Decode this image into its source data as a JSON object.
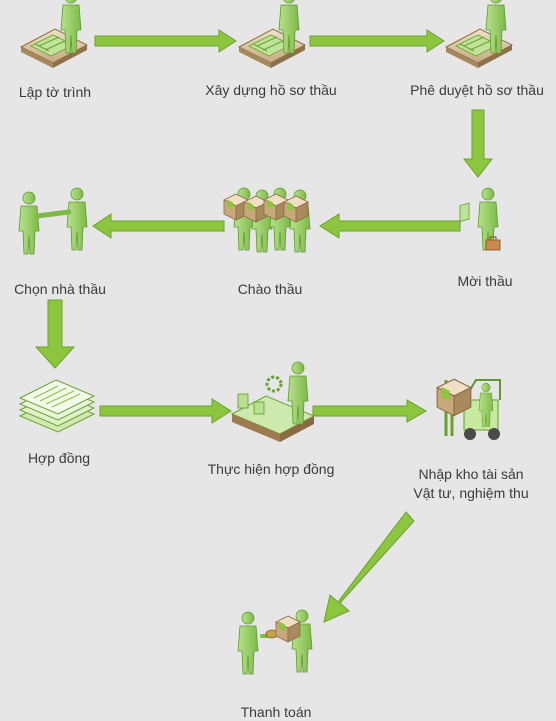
{
  "steps": [
    {
      "label": "Lập tờ trình"
    },
    {
      "label": "Xây dựng hồ sơ thầu"
    },
    {
      "label": "Phê duyệt hồ sơ thầu"
    },
    {
      "label": "Mời thầu"
    },
    {
      "label": "Chào thầu"
    },
    {
      "label": "Chọn nhà thầu"
    },
    {
      "label": "Hợp đồng"
    },
    {
      "label": "Thực hiện hợp đồng"
    },
    {
      "label": "Nhập kho tài sản",
      "label2": "Vật tư, nghiệm thu"
    },
    {
      "label": "Thanh toán"
    }
  ],
  "colors": {
    "background": "#e6e6e6",
    "arrow": "#8cc63f",
    "arrow_stroke": "#6aa12e",
    "figure": "#9bd16a",
    "figure_dark": "#6fae3c",
    "box": "#d9c2a0",
    "box_dark": "#9c7c55"
  },
  "icons": {
    "step_1": "person-at-desk-icon",
    "step_2": "person-at-desk-icon",
    "step_3": "person-at-desk-icon",
    "step_4": "person-with-briefcase-icon",
    "step_5": "people-carrying-boxes-icon",
    "step_6": "handshake-icon",
    "step_7": "document-stack-icon",
    "step_8": "assembly-line-icon",
    "step_9": "forklift-icon",
    "step_10": "payment-exchange-icon"
  }
}
